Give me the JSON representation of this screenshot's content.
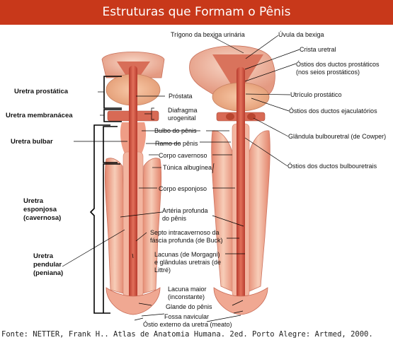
{
  "title": "Estruturas que Formam o Pênis",
  "footer": "Fonte: NETTER, Frank H.. Atlas de Anatomia Humana. 2ed. Porto Alegre: Artmed, 2000.",
  "colors": {
    "title_bar": "#c8381a",
    "tissue_light": "#f2c0aa",
    "tissue_mid": "#e58a72",
    "tissue_dark": "#c24a3a",
    "bracket": "#000000"
  },
  "left_labels": {
    "uretra_prostatica": "Uretra prostática",
    "uretra_membranacea": "Uretra membranácea",
    "uretra_bulbar": "Uretra bulbar",
    "uretra_esponjosa": [
      "Uretra",
      "esponjosa",
      "(cavernosa)"
    ],
    "uretra_pendular": [
      "Uretra",
      "pendular",
      "(peniana)"
    ]
  },
  "center_labels": {
    "trigono": "Trígono da bexiga urinária",
    "prostata": "Próstata",
    "diafragma": [
      "Diafragma",
      "urogenital"
    ],
    "bulbo": "Bulbo do pênis",
    "ramo": "Ramo do pênis",
    "corpo_cavernoso": "Corpo cavernoso",
    "tunica": "Túnica albugínea",
    "corpo_esponjoso": "Corpo esponjoso",
    "arteria": [
      "Artéria profunda",
      "do pênis"
    ],
    "septo": [
      "Septo intracavernoso da",
      "fáscia profunda (de Buck)"
    ],
    "lacunas": [
      "Lacunas (de Morgagni)",
      "e glândulas uretrais (de",
      "Littré)"
    ],
    "lacuna_maior": [
      "Lacuna maior",
      "(inconstante)"
    ],
    "glande": "Glande do pênis",
    "fossa": "Fossa navicular",
    "ostio_externo": "Óstio externo da uretra (meato)"
  },
  "right_labels": {
    "uvula": "Úvula da bexiga",
    "crista": "Crista uretral",
    "ostios_prostaticos": [
      "Óstios dos ductos prostáticos",
      "(nos seios prostáticos)"
    ],
    "utriculo": "Utrículo prostático",
    "ostios_ejaculatorios": "Óstios dos ductos ejaculatórios",
    "glandula_bulbouretral": "Glândula bulbouretral (de Cowper)",
    "ostios_bulbouretrais": "Óstios dos ductos bulbouretrais"
  }
}
